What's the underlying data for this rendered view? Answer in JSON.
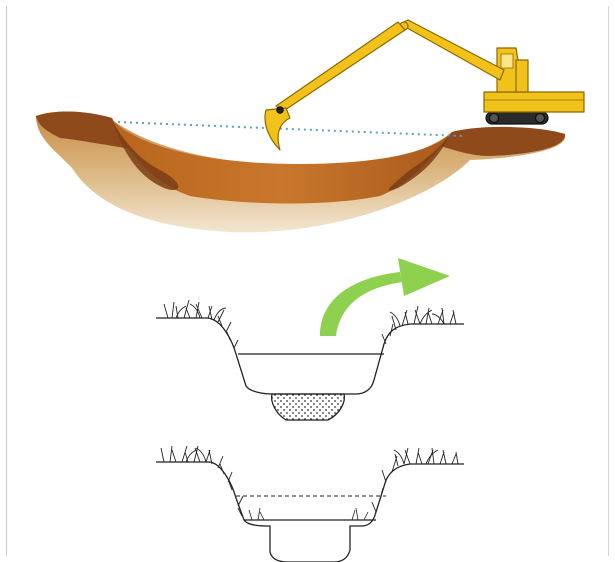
{
  "figure": {
    "panels": [
      {
        "id": "dredging",
        "subject": "excavator-dredging-pond"
      },
      {
        "id": "cross-section-with-sediment",
        "subject": "ditch-with-deposited-sediment"
      },
      {
        "id": "cross-section-dredged",
        "subject": "ditch-after-sediment-removal"
      }
    ],
    "arrow_direction": "up-right"
  },
  "colors": {
    "excavator_yellow": "#f2c21b",
    "excavator_outline": "#8a6a00",
    "soil_light": "#d8b889",
    "soil_dark": "#8f4a1c",
    "soil_mid": "#c77a35",
    "water_line": "#5f9fb8",
    "arrow_green": "#8ed14f",
    "ink": "#222222",
    "sediment_dots": "#333333"
  },
  "icons": {
    "excavator": "excavator-icon",
    "removal_arrow": "curved-arrow-icon"
  }
}
